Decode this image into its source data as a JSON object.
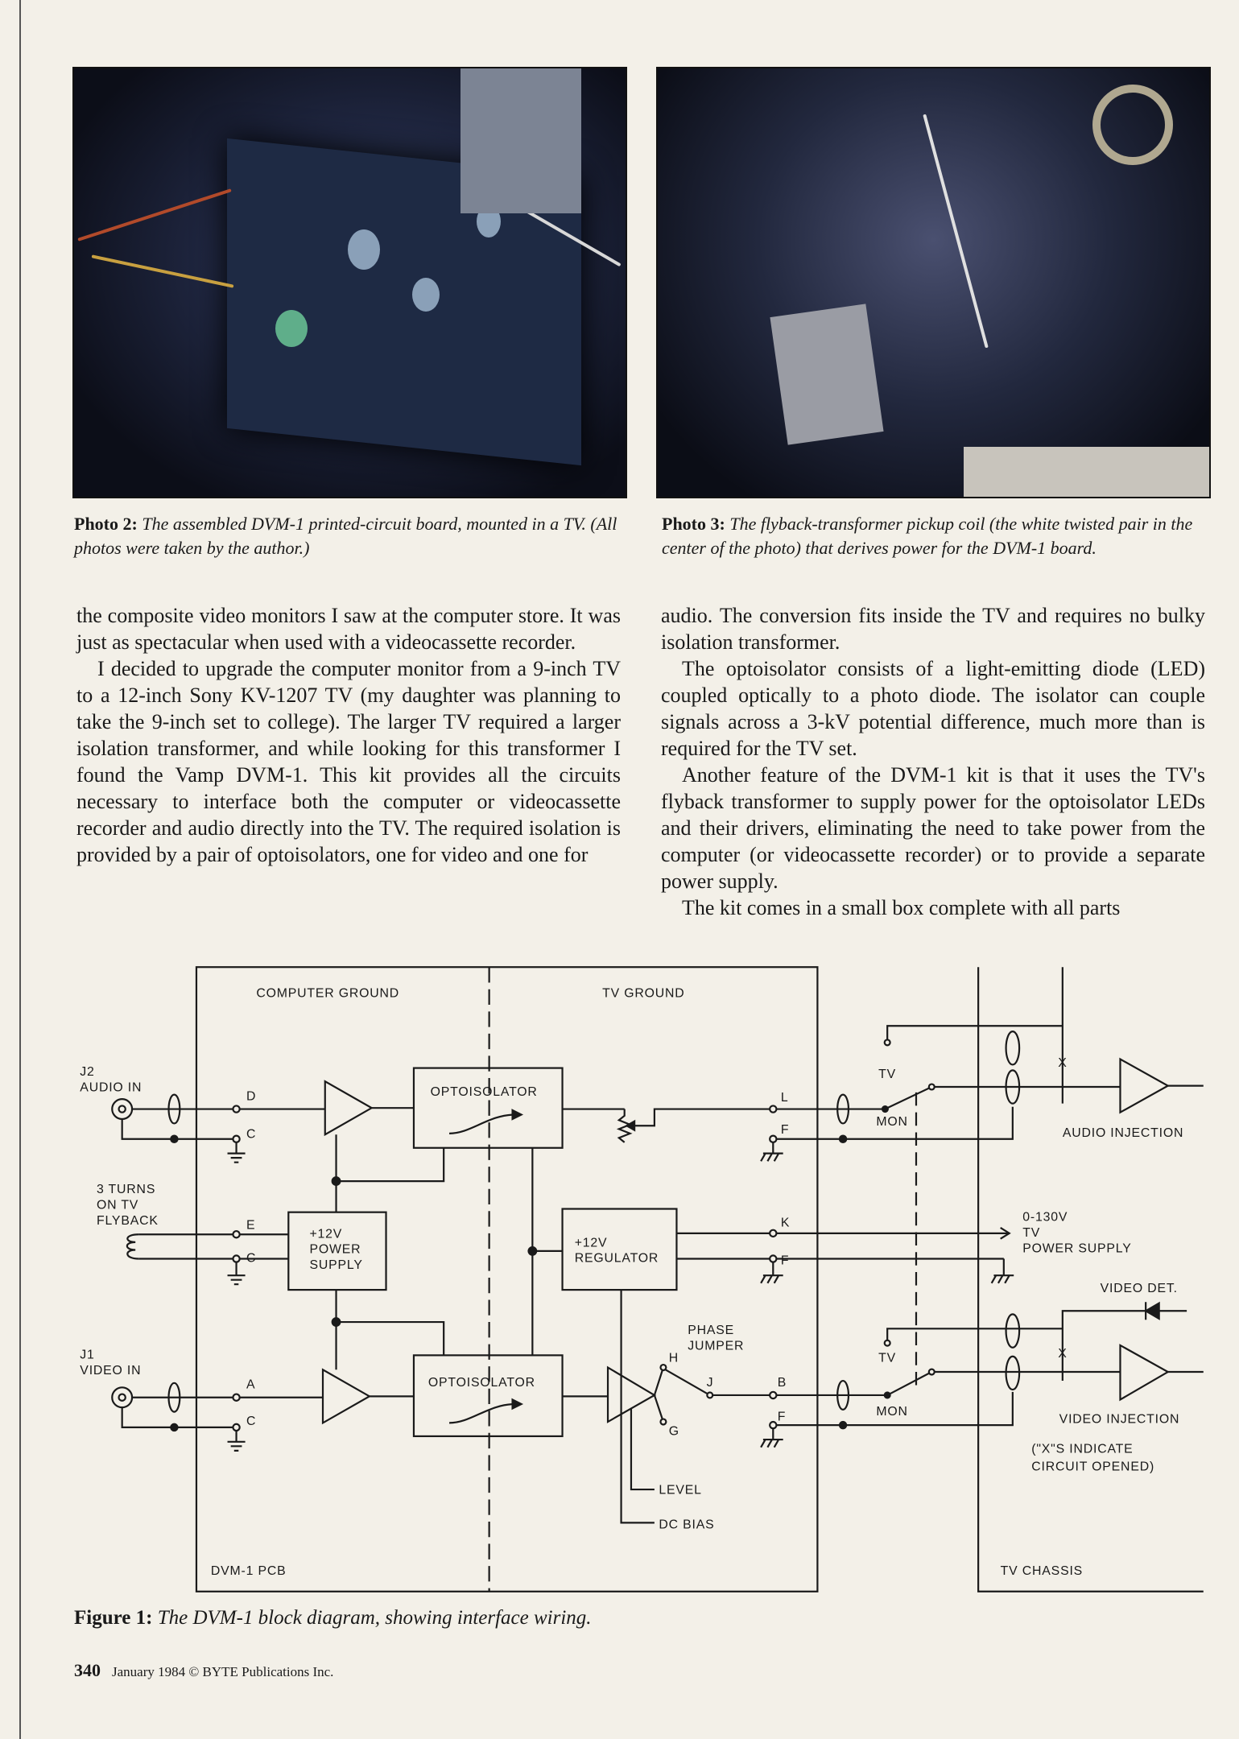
{
  "photos": [
    {
      "label": "Photo 2:",
      "caption": "The assembled DVM-1 printed-circuit board, mounted in a TV. (All photos were taken by the author.)"
    },
    {
      "label": "Photo 3:",
      "caption": "The flyback-transformer pickup coil (the white twisted pair in the center of the photo) that derives power for the DVM-1 board."
    }
  ],
  "body": {
    "left": [
      "the composite video monitors I saw at the computer store. It was just as spectacular when used with a videocassette recorder.",
      "I decided to upgrade the computer monitor from a 9-inch TV to a 12-inch Sony KV-1207 TV (my daughter was planning to take the 9-inch set to college). The larger TV required a larger isolation transformer, and while looking for this transformer I found the Vamp DVM-1. This kit provides all the circuits necessary to interface both the computer or videocassette recorder and audio directly into the TV. The required isolation is provided by a pair of optoisolators, one for video and one for"
    ],
    "right": [
      "audio. The conversion fits inside the TV and requires no bulky isolation transformer.",
      "The optoisolator consists of a light-emitting diode (LED) coupled optically to a photo diode. The isolator can couple signals across a 3-kV potential difference, much more than is required for the TV set.",
      "Another feature of the DVM-1 kit is that it uses the TV's flyback transformer to supply power for the optoisolator LEDs and their drivers, eliminating the need to take power from the computer (or videocassette recorder) or to provide a separate power supply.",
      "The kit comes in a small box complete with all parts"
    ]
  },
  "diagram": {
    "computer_ground": "COMPUTER GROUND",
    "tv_ground": "TV GROUND",
    "j2": "J2",
    "audio_in": "AUDIO IN",
    "flyback1": "3 TURNS",
    "flyback2": "ON TV",
    "flyback3": "FLYBACK",
    "j1": "J1",
    "video_in": "VIDEO IN",
    "optoisolator": "OPTOISOLATOR",
    "ps1": "+12V",
    "ps2": "POWER",
    "ps3": "SUPPLY",
    "reg1": "+12V",
    "reg2": "REGULATOR",
    "phase1": "PHASE",
    "phase2": "JUMPER",
    "level": "LEVEL",
    "dc_bias": "DC BIAS",
    "pcb": "DVM-1  PCB",
    "tv_chassis": "TV  CHASSIS",
    "tv": "TV",
    "mon": "MON",
    "x": "X",
    "audio_injection": "AUDIO INJECTION",
    "video_injection": "VIDEO INJECTION",
    "video_det": "VIDEO DET.",
    "supply1": "0-130V",
    "supply2": "TV",
    "supply3": "POWER SUPPLY",
    "note1": "(\"X\"S INDICATE",
    "note2": "CIRCUIT OPENED)",
    "terminals": {
      "d": "D",
      "c": "C",
      "e": "E",
      "a": "A",
      "l": "L",
      "f": "F",
      "k": "K",
      "b": "B",
      "h": "H",
      "j": "J",
      "g": "G"
    }
  },
  "figure": {
    "label": "Figure 1:",
    "caption": "The DVM-1 block diagram, showing interface wiring."
  },
  "footer": {
    "page": "340",
    "text": "January 1984 © BYTE Publications Inc."
  }
}
